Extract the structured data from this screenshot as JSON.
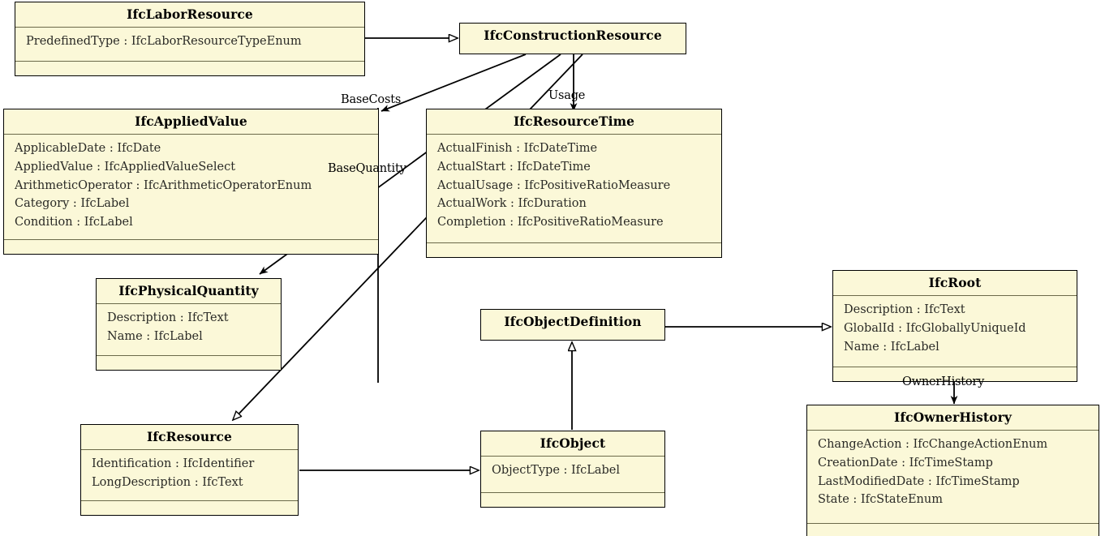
{
  "diagram": {
    "title": "IFC Resource Schema Class Diagram",
    "colors": {
      "class_fill": "#fbf8d8",
      "class_border": "#000000",
      "compartment_divider": "#6b6a4a",
      "edge": "#000000",
      "background": "#ffffff"
    }
  },
  "classes": [
    {
      "id": "IfcLaborResource",
      "name": "IfcLaborResource",
      "attributes": [
        "PredefinedType : IfcLaborResourceTypeEnum"
      ],
      "operations": []
    },
    {
      "id": "IfcConstructionResource",
      "name": "IfcConstructionResource",
      "attributes": [],
      "operations": []
    },
    {
      "id": "IfcAppliedValue",
      "name": "IfcAppliedValue",
      "attributes": [
        "ApplicableDate : IfcDate",
        "AppliedValue : IfcAppliedValueSelect",
        "ArithmeticOperator : IfcArithmeticOperatorEnum",
        "Category : IfcLabel",
        "Condition : IfcLabel"
      ],
      "operations": []
    },
    {
      "id": "IfcResourceTime",
      "name": "IfcResourceTime",
      "attributes": [
        "ActualFinish : IfcDateTime",
        "ActualStart : IfcDateTime",
        "ActualUsage : IfcPositiveRatioMeasure",
        "ActualWork : IfcDuration",
        "Completion : IfcPositiveRatioMeasure"
      ],
      "operations": []
    },
    {
      "id": "IfcPhysicalQuantity",
      "name": "IfcPhysicalQuantity",
      "attributes": [
        "Description : IfcText",
        "Name : IfcLabel"
      ],
      "operations": []
    },
    {
      "id": "IfcObjectDefinition",
      "name": "IfcObjectDefinition",
      "attributes": [],
      "operations": []
    },
    {
      "id": "IfcRoot",
      "name": "IfcRoot",
      "attributes": [
        "Description : IfcText",
        "GlobalId : IfcGloballyUniqueId",
        "Name : IfcLabel"
      ],
      "operations": []
    },
    {
      "id": "IfcOwnerHistory",
      "name": "IfcOwnerHistory",
      "attributes": [
        "ChangeAction : IfcChangeActionEnum",
        "CreationDate : IfcTimeStamp",
        "LastModifiedDate : IfcTimeStamp",
        "State : IfcStateEnum"
      ],
      "operations": []
    },
    {
      "id": "IfcResource",
      "name": "IfcResource",
      "attributes": [
        "Identification : IfcIdentifier",
        "LongDescription : IfcText"
      ],
      "operations": []
    },
    {
      "id": "IfcObject",
      "name": "IfcObject",
      "attributes": [
        "ObjectType : IfcLabel"
      ],
      "operations": []
    }
  ],
  "edges": [
    {
      "id": "labor-to-construction",
      "from": "IfcLaborResource",
      "to": "IfcConstructionResource",
      "kind": "generalization",
      "label": ""
    },
    {
      "id": "construction-basecosts",
      "from": "IfcConstructionResource",
      "to": "IfcAppliedValue",
      "kind": "association",
      "label": "BaseCosts"
    },
    {
      "id": "construction-basequantity",
      "from": "IfcConstructionResource",
      "to": "IfcPhysicalQuantity",
      "kind": "association",
      "label": "BaseQuantity"
    },
    {
      "id": "construction-usage",
      "from": "IfcConstructionResource",
      "to": "IfcResourceTime",
      "kind": "association",
      "label": "Usage"
    },
    {
      "id": "construction-to-resource",
      "from": "IfcConstructionResource",
      "to": "IfcResource",
      "kind": "generalization",
      "label": ""
    },
    {
      "id": "resource-to-object",
      "from": "IfcResource",
      "to": "IfcObject",
      "kind": "generalization",
      "label": ""
    },
    {
      "id": "object-to-objectdefinition",
      "from": "IfcObject",
      "to": "IfcObjectDefinition",
      "kind": "generalization",
      "label": ""
    },
    {
      "id": "objectdefinition-to-root",
      "from": "IfcObjectDefinition",
      "to": "IfcRoot",
      "kind": "generalization",
      "label": ""
    },
    {
      "id": "root-ownerhistory",
      "from": "IfcRoot",
      "to": "IfcOwnerHistory",
      "kind": "association",
      "label": "OwnerHistory"
    }
  ],
  "labels": {
    "base_costs": "BaseCosts",
    "base_quantity": "BaseQuantity",
    "usage": "Usage",
    "owner_history": "OwnerHistory"
  }
}
